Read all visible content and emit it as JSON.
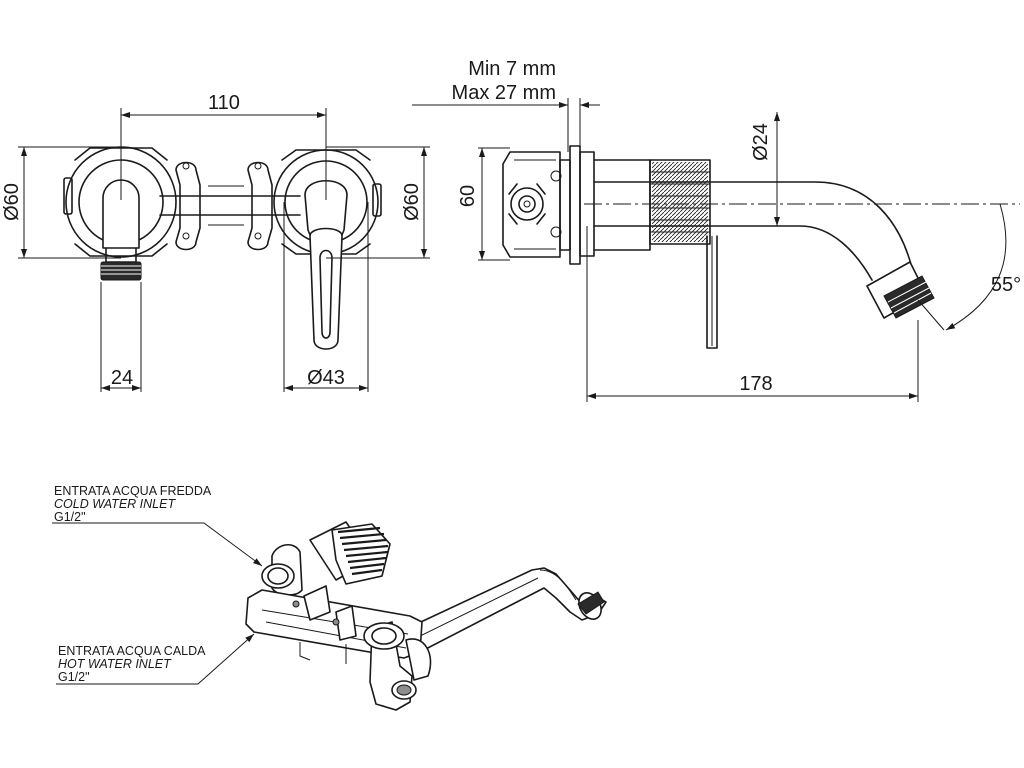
{
  "front_view": {
    "dim_width": "110",
    "dim_left_diameter": "Ø60",
    "dim_right_diameter": "Ø60",
    "dim_outlet": "24",
    "dim_handle": "Ø43"
  },
  "side_view": {
    "wall_min": "Min 7 mm",
    "wall_max": "Max 27 mm",
    "dim_height": "60",
    "dim_spout_diameter": "Ø24",
    "dim_angle": "55°",
    "dim_length": "178"
  },
  "iso_view": {
    "cold_inlet": {
      "line_it": "ENTRATA ACQUA FREDDA",
      "line_en": "COLD WATER INLET",
      "thread": "G1/2\""
    },
    "hot_inlet": {
      "line_it": "ENTRATA ACQUA CALDA",
      "line_en": "HOT WATER INLET",
      "thread": "G1/2\""
    }
  }
}
